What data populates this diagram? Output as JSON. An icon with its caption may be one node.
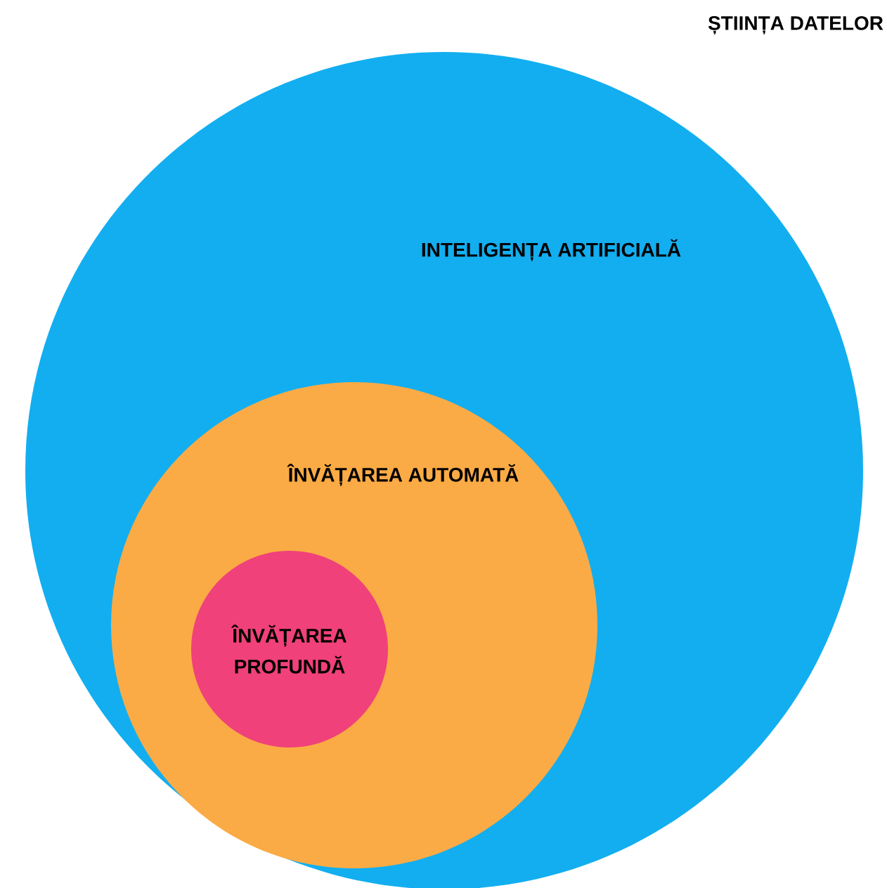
{
  "diagram": {
    "nodes": [
      {
        "text": [
          "INTELIGENȚA ARTIFICIALĂ"
        ]
      },
      {
        "text": [
          "ÎNVĂȚAREA AUTOMATĂ"
        ],
        "in": 0
      },
      {
        "text": [
          "ÎNVĂȚAREA PROFUNDĂ"
        ],
        "in": 1
      }
    ],
    "labels": [
      "ȘTIINȚA DATELOR"
    ]
  }
}
